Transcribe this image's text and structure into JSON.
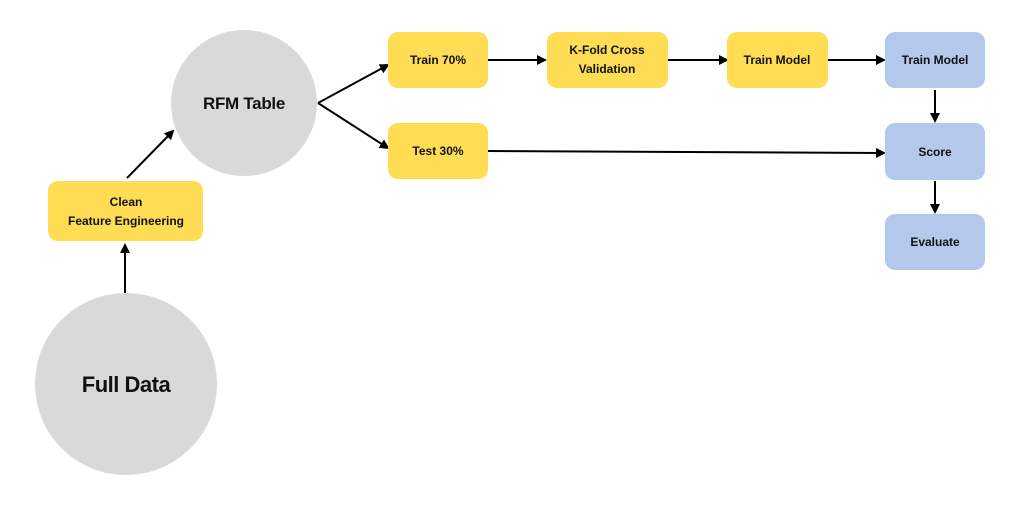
{
  "colors": {
    "circle": "#d9d9d9",
    "yellow": "#fedd55",
    "blue": "#b3c8ea",
    "arrow": "#000000"
  },
  "nodes": {
    "full_data": "Full Data",
    "clean_line1": "Clean",
    "clean_line2": "Feature Engineering",
    "rfm_table": "RFM Table",
    "train_split": "Train 70%",
    "test_split": "Test 30%",
    "kfold_line1": "K-Fold Cross",
    "kfold_line2": "Validation",
    "train_model_yellow": "Train Model",
    "train_model_blue": "Train Model",
    "score": "Score",
    "evaluate": "Evaluate"
  }
}
